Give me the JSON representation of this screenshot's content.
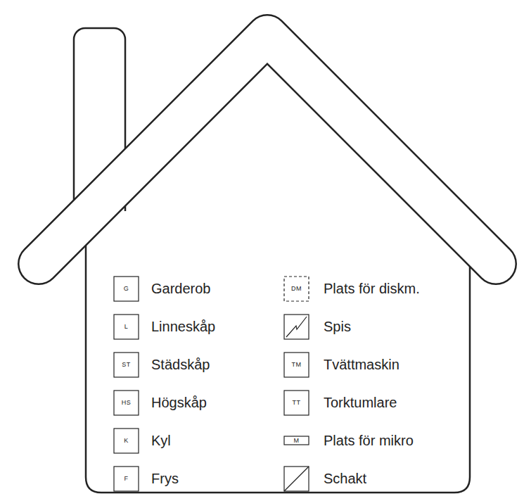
{
  "diagram": {
    "labels": [
      "G",
      "L",
      "ST",
      "HS",
      "K",
      "F",
      "DM",
      "TM",
      "TT",
      "M"
    ],
    "legend": [
      {
        "text": "Garderob"
      },
      {
        "text": "Linneskåp"
      },
      {
        "text": "Städskåp"
      },
      {
        "text": "Högskåp"
      },
      {
        "text": "Kyl"
      },
      {
        "text": "Frys"
      },
      {
        "text": "Plats för diskm."
      },
      {
        "text": "Spis"
      },
      {
        "text": "Tvättmaskin"
      },
      {
        "text": "Torktumlare"
      },
      {
        "text": "Plats för mikro"
      },
      {
        "text": "Schakt"
      }
    ]
  }
}
